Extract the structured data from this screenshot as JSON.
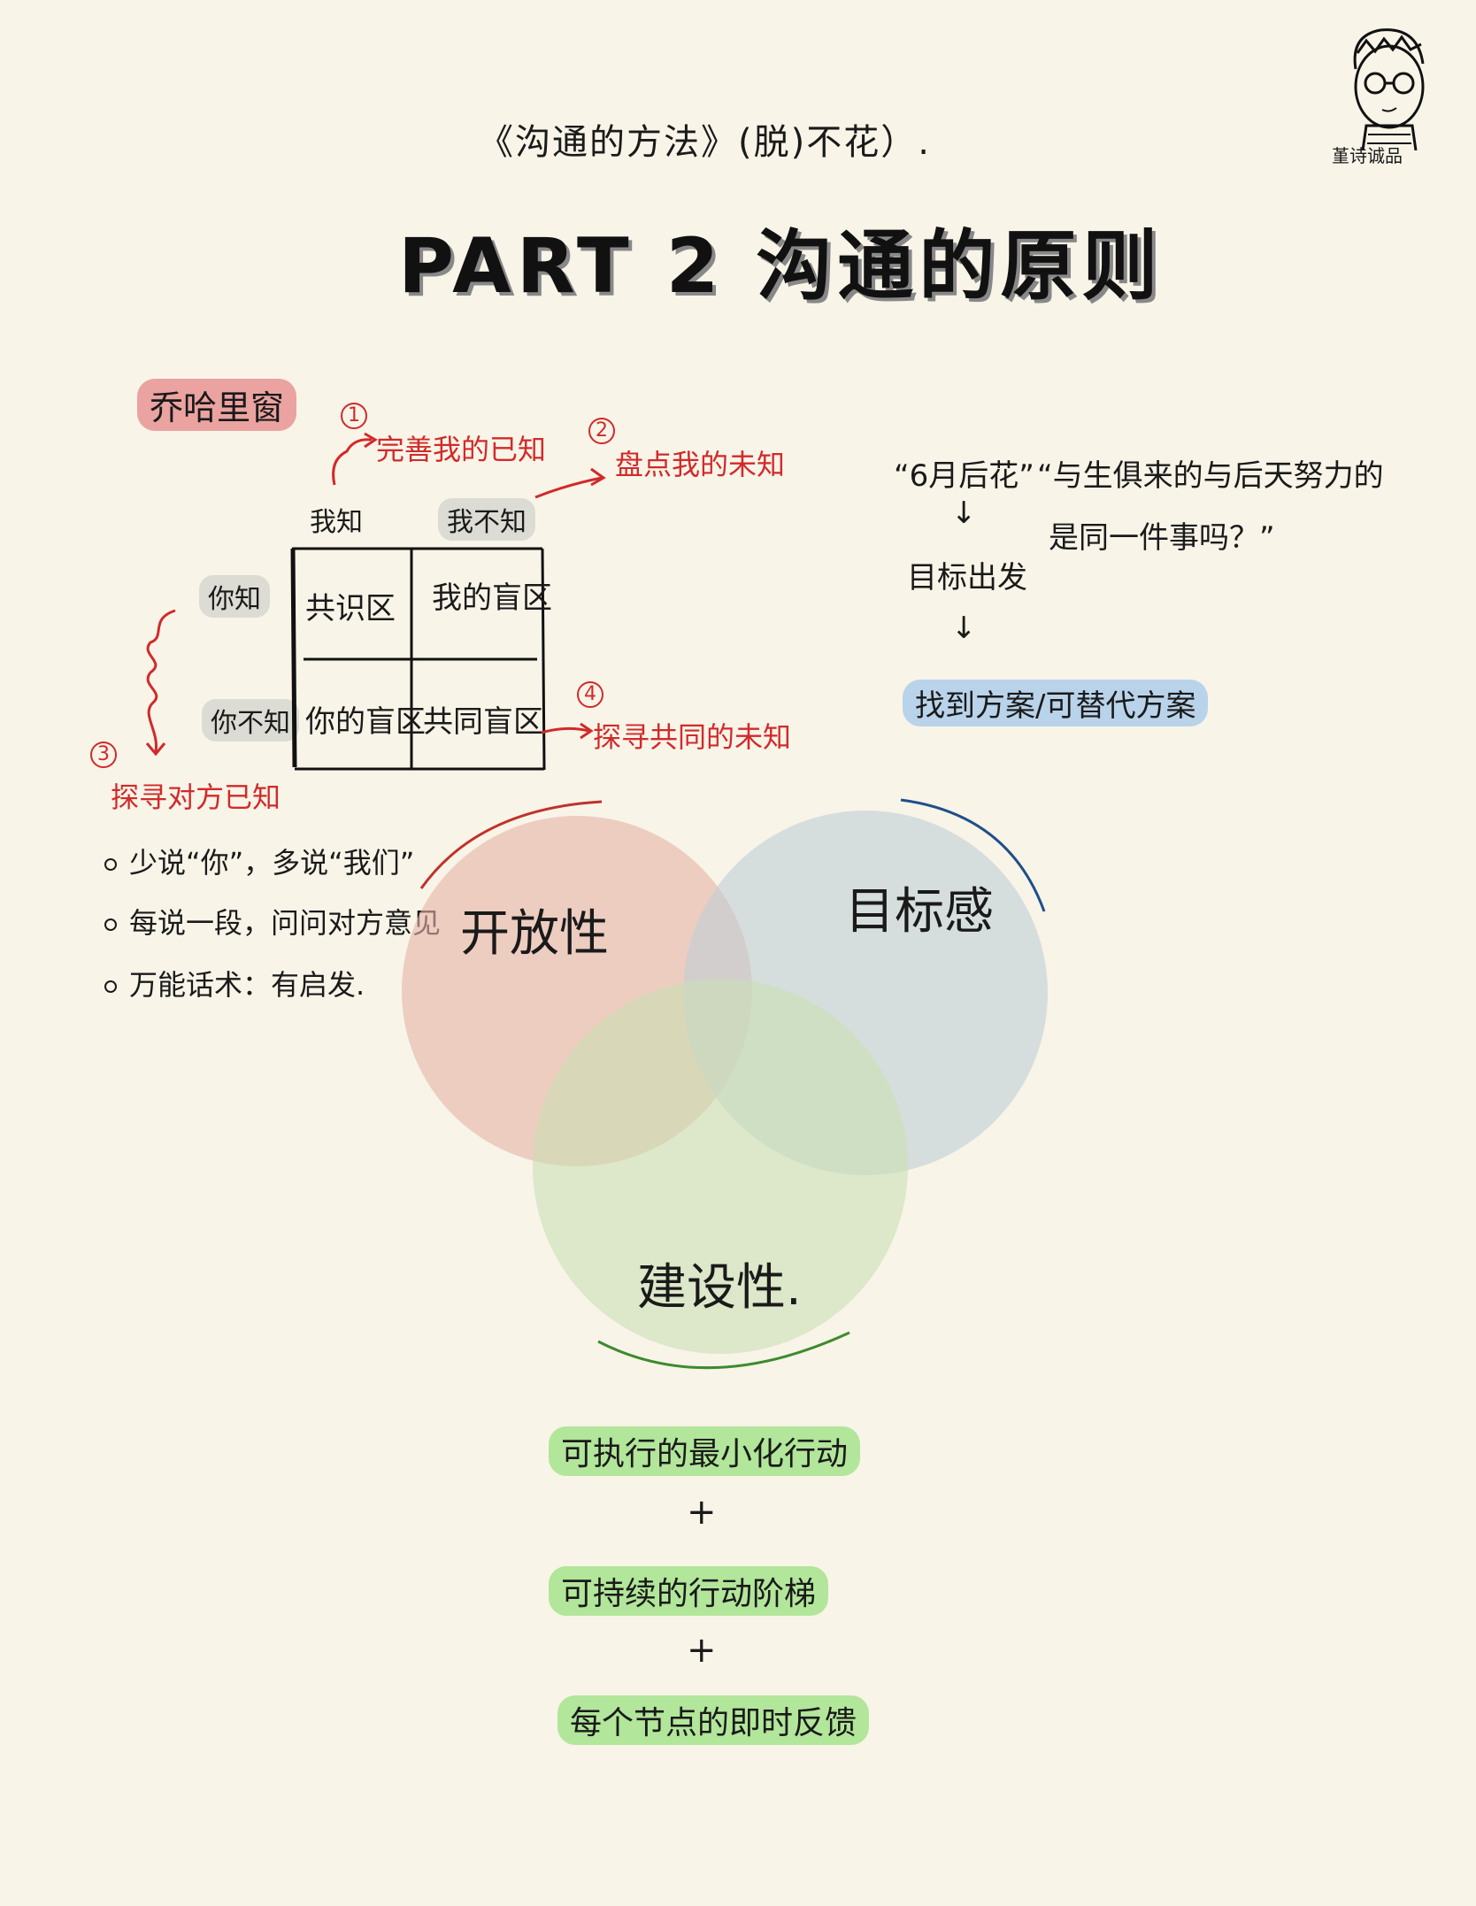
{
  "header": {
    "subtitle": "《沟通的方法》(脱)不花）.",
    "title": "PART 2 沟通的原则",
    "author": "堇诗诚品"
  },
  "johari": {
    "title": "乔哈里窗",
    "col_headers": [
      "我知",
      "我不知"
    ],
    "row_headers": [
      "你知",
      "你不知"
    ],
    "cells": [
      "共识区",
      "我的盲区",
      "你的盲区",
      "共同盲区"
    ],
    "notes": [
      {
        "num": "1",
        "text": "完善我的已知"
      },
      {
        "num": "2",
        "text": "盘点我的未知"
      },
      {
        "num": "3",
        "text": "探寻对方已知"
      },
      {
        "num": "4",
        "text": "探寻共同的未知"
      }
    ]
  },
  "tips": [
    "少说“你”，多说“我们”",
    "每说一段，问问对方意见",
    "万能话术：有启发."
  ],
  "goal_notes": {
    "quote": "“6月后花”",
    "question_line1": "“与生俱来的与后天努力的",
    "question_line2": "是同一件事吗？”",
    "step1": "目标出发",
    "result": "找到方案/可替代方案",
    "arrow": "↓"
  },
  "venn": {
    "labels": [
      "开放性",
      "目标感",
      "建设性."
    ],
    "colors": {
      "open": "#e8b3a6",
      "goal": "#bfcfd6",
      "build": "#c9dfb4"
    },
    "arcs": {
      "open": "#c0322a",
      "goal": "#1f4f8a",
      "build": "#3e8a2e"
    }
  },
  "actions": {
    "items": [
      "可执行的最小化行动",
      "可持续的行动阶梯",
      "每个节点的即时反馈"
    ],
    "plus": "+"
  }
}
